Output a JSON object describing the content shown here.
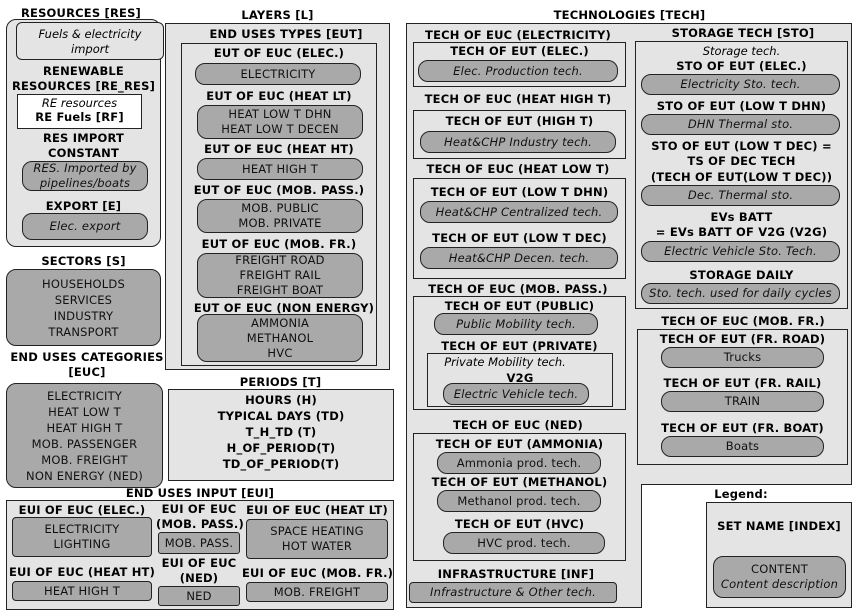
{
  "resources": {
    "title": "RESOURCES [RES]",
    "import": {
      "line1": "Fuels & electricity",
      "line2": "import"
    },
    "renewable": {
      "title1": "RENEWABLE",
      "title2": "RESOURCES [RE_RES]",
      "sub": "RE resources",
      "fuels": "RE Fuels [RF]"
    },
    "import_constant": {
      "title1": "RES IMPORT",
      "title2": "CONSTANT",
      "pill1": "RES. Imported by",
      "pill2": "pipelines/boats"
    },
    "export": {
      "title": "EXPORT [E]",
      "pill": "Elec. export"
    }
  },
  "sectors": {
    "title": "SECTORS [S]",
    "items": [
      "HOUSEHOLDS",
      "SERVICES",
      "INDUSTRY",
      "TRANSPORT"
    ]
  },
  "euc": {
    "title1": "END USES CATEGORIES",
    "title2": "[EUC]",
    "items": [
      "ELECTRICITY",
      "HEAT LOW T",
      "HEAT HIGH T",
      "MOB. PASSENGER",
      "MOB. FREIGHT",
      "NON ENERGY (NED)"
    ]
  },
  "layers": {
    "title": "LAYERS [L]",
    "eut_title": "END USES TYPES [EUT]",
    "groups": [
      {
        "title": "EUT OF EUC (ELEC.)",
        "items": [
          "ELECTRICITY"
        ]
      },
      {
        "title": "EUT OF EUC (HEAT LT)",
        "items": [
          "HEAT LOW T DHN",
          "HEAT LOW T DECEN"
        ]
      },
      {
        "title": "EUT OF EUC (HEAT HT)",
        "items": [
          "HEAT HIGH T"
        ]
      },
      {
        "title": "EUT OF EUC (MOB. PASS.)",
        "items": [
          "MOB. PUBLIC",
          "MOB. PRIVATE"
        ]
      },
      {
        "title": "EUT OF EUC (MOB. FR.)",
        "items": [
          "FREIGHT ROAD",
          "FREIGHT RAIL",
          "FREIGHT BOAT"
        ]
      },
      {
        "title": "EUT OF EUC (NON ENERGY)",
        "items": [
          "AMMONIA",
          "METHANOL",
          "HVC"
        ]
      }
    ]
  },
  "periods": {
    "title": "PERIODS [T]",
    "items": [
      "HOURS (H)",
      "TYPICAL DAYS (TD)",
      "T_H_TD (T)",
      "H_OF_PERIOD(T)",
      "TD_OF_PERIOD(T)"
    ]
  },
  "eui": {
    "title": "END USES INPUT [EUI]",
    "elec": {
      "title": "EUI OF EUC (ELEC.)",
      "items": [
        "ELECTRICITY",
        "LIGHTING"
      ]
    },
    "mobpass": {
      "title1": "EUI OF EUC",
      "title2": "(MOB. PASS.)",
      "item": "MOB. PASS."
    },
    "heatlt": {
      "title": "EUI OF EUC (HEAT LT)",
      "items": [
        "SPACE HEATING",
        "HOT WATER"
      ]
    },
    "heatht": {
      "title": "EUI OF EUC (HEAT HT)",
      "item": "HEAT HIGH T"
    },
    "ned": {
      "title1": "EUI OF EUC",
      "title2": "(NED)",
      "item": "NED"
    },
    "mobfr": {
      "title": "EUI OF EUC (MOB. FR.)",
      "item": "MOB. FREIGHT"
    }
  },
  "tech": {
    "title": "TECHNOLOGIES [TECH]",
    "elec": {
      "title": "TECH OF EUC (ELECTRICITY)",
      "sub": "TECH OF EUT (ELEC.)",
      "pill": "Elec. Production tech."
    },
    "heatht": {
      "title": "TECH OF EUC (HEAT HIGH T)",
      "sub": "TECH OF EUT (HIGH T)",
      "pill": "Heat&CHP Industry tech."
    },
    "heatlt": {
      "title": "TECH OF EUC (HEAT LOW T)",
      "sub1": "TECH OF EUT (LOW T DHN)",
      "pill1": "Heat&CHP Centralized tech.",
      "sub2": "TECH OF EUT (LOW T DEC)",
      "pill2": "Heat&CHP Decen. tech."
    },
    "mobpass": {
      "title": "TECH OF EUC (MOB. PASS.)",
      "sub1": "TECH OF EUT (PUBLIC)",
      "pill1": "Public Mobility tech.",
      "sub2": "TECH OF EUT (PRIVATE)",
      "private": "Private Mobility tech.",
      "v2g": "V2G",
      "pill2": "Electric Vehicle tech."
    },
    "ned": {
      "title": "TECH OF EUC (NED)",
      "sub1": "TECH OF EUT (AMMONIA)",
      "pill1": "Ammonia prod. tech.",
      "sub2": "TECH OF EUT (METHANOL)",
      "pill2": "Methanol prod. tech.",
      "sub3": "TECH OF EUT (HVC)",
      "pill3": "HVC prod. tech."
    },
    "inf": {
      "title": "INFRASTRUCTURE [INF]",
      "pill": "Infrastructure  & Other tech."
    },
    "storage": {
      "title": "STORAGE TECH [STO]",
      "sub": "Storage tech.",
      "elec": {
        "title": "STO OF EUT (ELEC.)",
        "pill": "Electricity Sto. tech."
      },
      "dhn": {
        "title": "STO OF EUT (LOW T DHN)",
        "pill": "DHN Thermal sto."
      },
      "dec": {
        "t1": "STO OF EUT (LOW T DEC) =",
        "t2": "TS OF DEC TECH",
        "t3": "(TECH OF EUT(LOW T DEC))",
        "pill": "Dec. Thermal sto."
      },
      "evs": {
        "t1": "EVs BATT",
        "t2": "=  EVs BATT OF V2G (V2G)",
        "pill": "Electric Vehicle Sto. Tech."
      },
      "daily": {
        "title": "STORAGE DAILY",
        "pill": "Sto. tech. used for daily cycles"
      }
    },
    "mobfr": {
      "title": "TECH OF EUC (MOB. FR.)",
      "road": {
        "title": "TECH OF EUT (FR. ROAD)",
        "pill": "Trucks"
      },
      "rail": {
        "title": "TECH OF EUT (FR. RAIL)",
        "pill": "TRAIN"
      },
      "boat": {
        "title": "TECH OF EUT (FR. BOAT)",
        "pill": "Boats"
      }
    }
  },
  "legend": {
    "title": "Legend:",
    "set": "SET NAME [INDEX]",
    "content": "CONTENT",
    "desc": "Content description"
  }
}
